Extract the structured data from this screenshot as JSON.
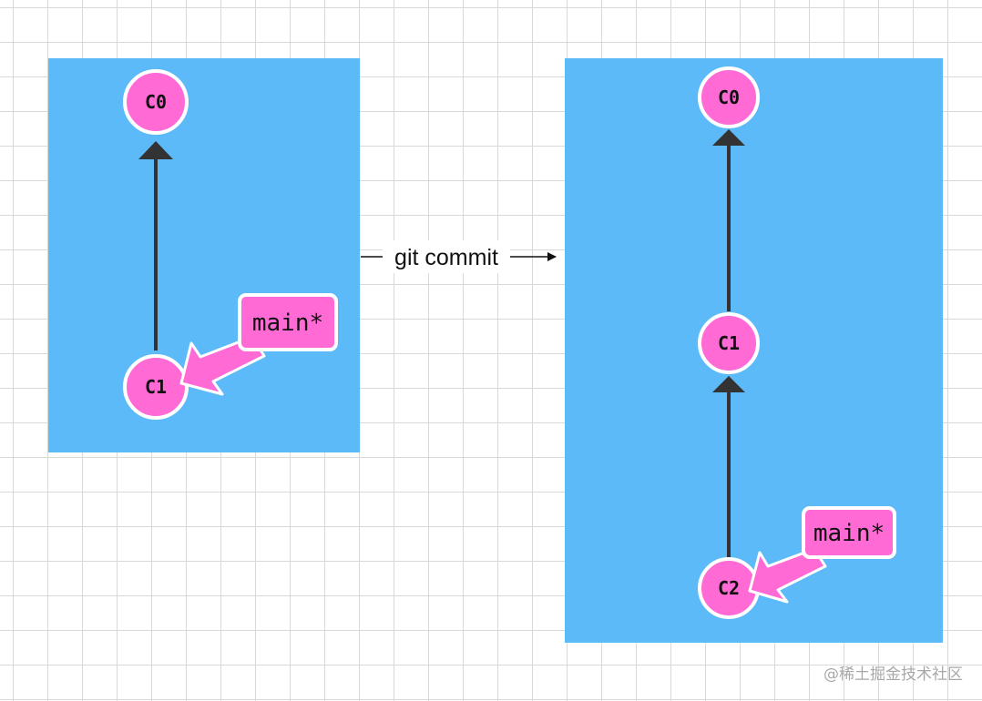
{
  "operation": {
    "label": "git commit"
  },
  "before": {
    "commits": [
      "C0",
      "C1"
    ],
    "branch": {
      "label": "main*"
    }
  },
  "after": {
    "commits": [
      "C0",
      "C1",
      "C2"
    ],
    "branch": {
      "label": "main*"
    }
  },
  "watermark": "@稀土掘金技术社区",
  "colors": {
    "panel": "#5cbaf9",
    "commit": "#ff6ad5",
    "branch": "#ff6ad5",
    "outline": "#ffffff",
    "edge": "#333333"
  }
}
